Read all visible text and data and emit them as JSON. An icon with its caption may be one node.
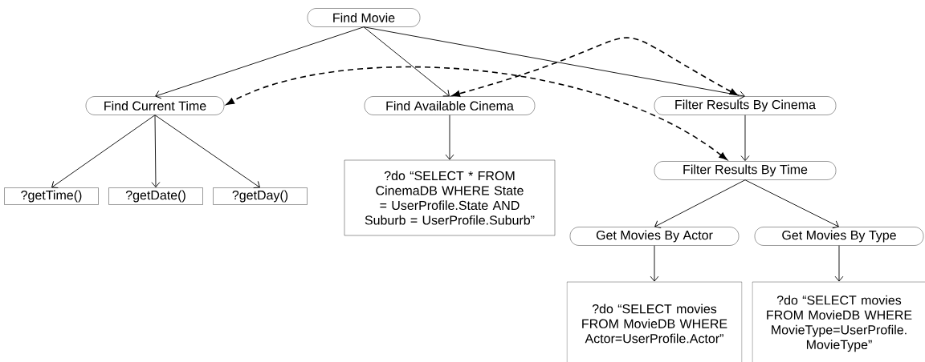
{
  "diagram": {
    "nodes": [
      {
        "text": [
          "Find Movie"
        ]
      },
      {
        "text": [
          "Find Current Time"
        ]
      },
      {
        "text": [
          "Find Available Cinema"
        ]
      },
      {
        "text": [
          "Filter Results By Cinema"
        ]
      },
      {
        "text": [
          "?getTime()"
        ]
      },
      {
        "text": [
          "?getDate()"
        ]
      },
      {
        "text": [
          "?getDay()"
        ]
      },
      {
        "text": [
          "?do “SELECT * FROM CinemaDB WHERE State = UserProfile.State AND Suburb = UserProfile.Suburb”"
        ]
      },
      {
        "text": [
          "Filter Results By Time"
        ]
      },
      {
        "text": [
          "Get Movies By Actor"
        ]
      },
      {
        "text": [
          "Get Movies By Type"
        ]
      },
      {
        "text": [
          "?do “SELECT movies FROM MovieDB WHERE Actor=UserProfile.Actor”"
        ]
      },
      {
        "text": [
          "?do “SELECT movies FROM MovieDB WHERE MovieType=UserProfile. MovieType”"
        ]
      }
    ],
    "edges": [
      {
        "from": 0,
        "to": 1,
        "arrow": "to"
      },
      {
        "from": 0,
        "to": 2,
        "arrow": "to"
      },
      {
        "from": 0,
        "to": 3,
        "arrow": "to"
      },
      {
        "from": 1,
        "to": 4,
        "arrow": "to"
      },
      {
        "from": 1,
        "to": 5,
        "arrow": "to"
      },
      {
        "from": 1,
        "to": 6,
        "arrow": "to"
      },
      {
        "from": 2,
        "to": 7,
        "arrow": "to"
      },
      {
        "from": 3,
        "to": 8,
        "arrow": "to"
      },
      {
        "from": 8,
        "to": 9,
        "arrow": "to"
      },
      {
        "from": 8,
        "to": 10,
        "arrow": "to"
      },
      {
        "from": 9,
        "to": 11,
        "arrow": "to"
      },
      {
        "from": 10,
        "to": 12,
        "arrow": "to"
      },
      {
        "from": 3,
        "to": 2,
        "arrow": "both",
        "style": "dashed"
      },
      {
        "from": 8,
        "to": 1,
        "arrow": "both",
        "style": "dashed"
      }
    ]
  }
}
